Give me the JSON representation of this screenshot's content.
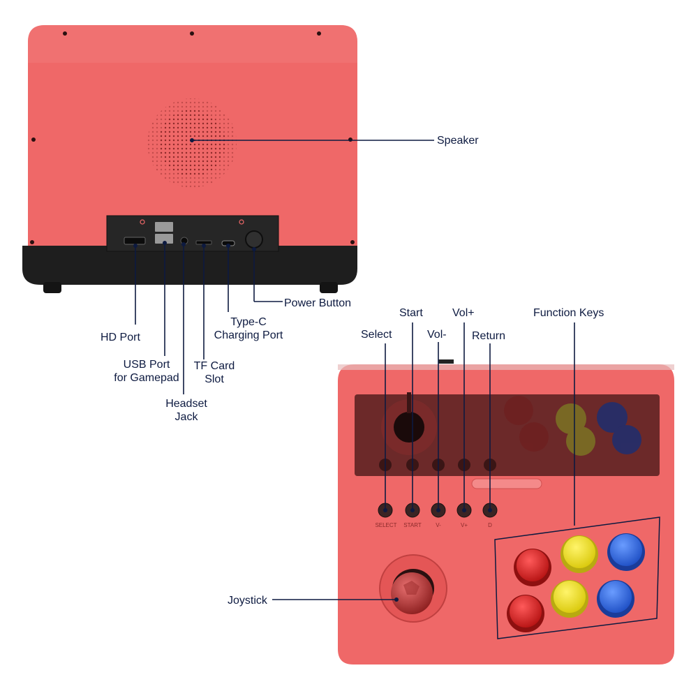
{
  "labels": {
    "speaker": "Speaker",
    "power_button": "Power Button",
    "hd_port": "HD Port",
    "type_c_line1": "Type-C",
    "type_c_line2": "Charging Port",
    "usb_line1": "USB Port",
    "usb_line2": "for Gamepad",
    "tf_line1": "TF Card",
    "tf_line2": "Slot",
    "headset_line1": "Headset",
    "headset_line2": "Jack",
    "start": "Start",
    "vol_plus": "Vol+",
    "function_keys": "Function Keys",
    "select": "Select",
    "vol_minus": "Vol-",
    "return": "Return",
    "joystick": "Joystick"
  },
  "panel_labels": {
    "select": "SELECT",
    "start": "START",
    "vol_minus": "V-",
    "vol_plus": "V+",
    "return": "D"
  },
  "colors": {
    "body_red": "#ef6868",
    "base_black": "#1e1e1e",
    "leader_line": "#0d1a40",
    "button_red": "#d42020",
    "button_yellow": "#efe218",
    "button_blue": "#2a63e2"
  },
  "icons": [
    "speaker-grille-icon",
    "hdmi-port-icon",
    "usb-port-icon",
    "headset-jack-icon",
    "tf-slot-icon",
    "type-c-port-icon",
    "power-button-icon",
    "joystick-icon"
  ]
}
